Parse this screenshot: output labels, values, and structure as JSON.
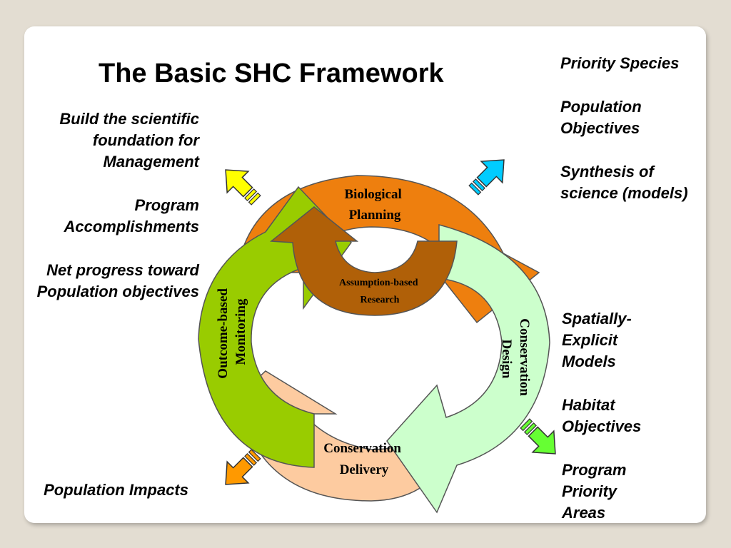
{
  "title": "The Basic SHC Framework",
  "left_notes": [
    "Build the scientific foundation for Management",
    "Program Accomplishments",
    "Net progress toward Population objectives"
  ],
  "left_bottom_note": "Population Impacts",
  "right_top_notes": [
    "Priority Species",
    "Population Objectives",
    "Synthesis of science (models)"
  ],
  "right_mid_notes": [
    "Spatially-Explicit Models",
    "Habitat Objectives",
    "Program Priority Areas"
  ],
  "cycle": {
    "biological_planning": [
      "Biological",
      "Planning"
    ],
    "conservation_design": [
      "Conservation",
      "Design"
    ],
    "conservation_delivery": [
      "Conservation",
      "Delivery"
    ],
    "outcome_monitoring": [
      "Outcome-based",
      "Monitoring"
    ],
    "assumption_research": [
      "Assumption-based",
      "Research"
    ]
  },
  "colors": {
    "biological_planning": "#ee7f0e",
    "conservation_design": "#ccffcc",
    "conservation_delivery": "#fdcba0",
    "outcome_monitoring": "#99cc00",
    "assumption_research": "#b06008",
    "arrow_yellow": "#ffff00",
    "arrow_cyan": "#00ccff",
    "arrow_green": "#66ff33",
    "arrow_orange": "#ff9900"
  }
}
